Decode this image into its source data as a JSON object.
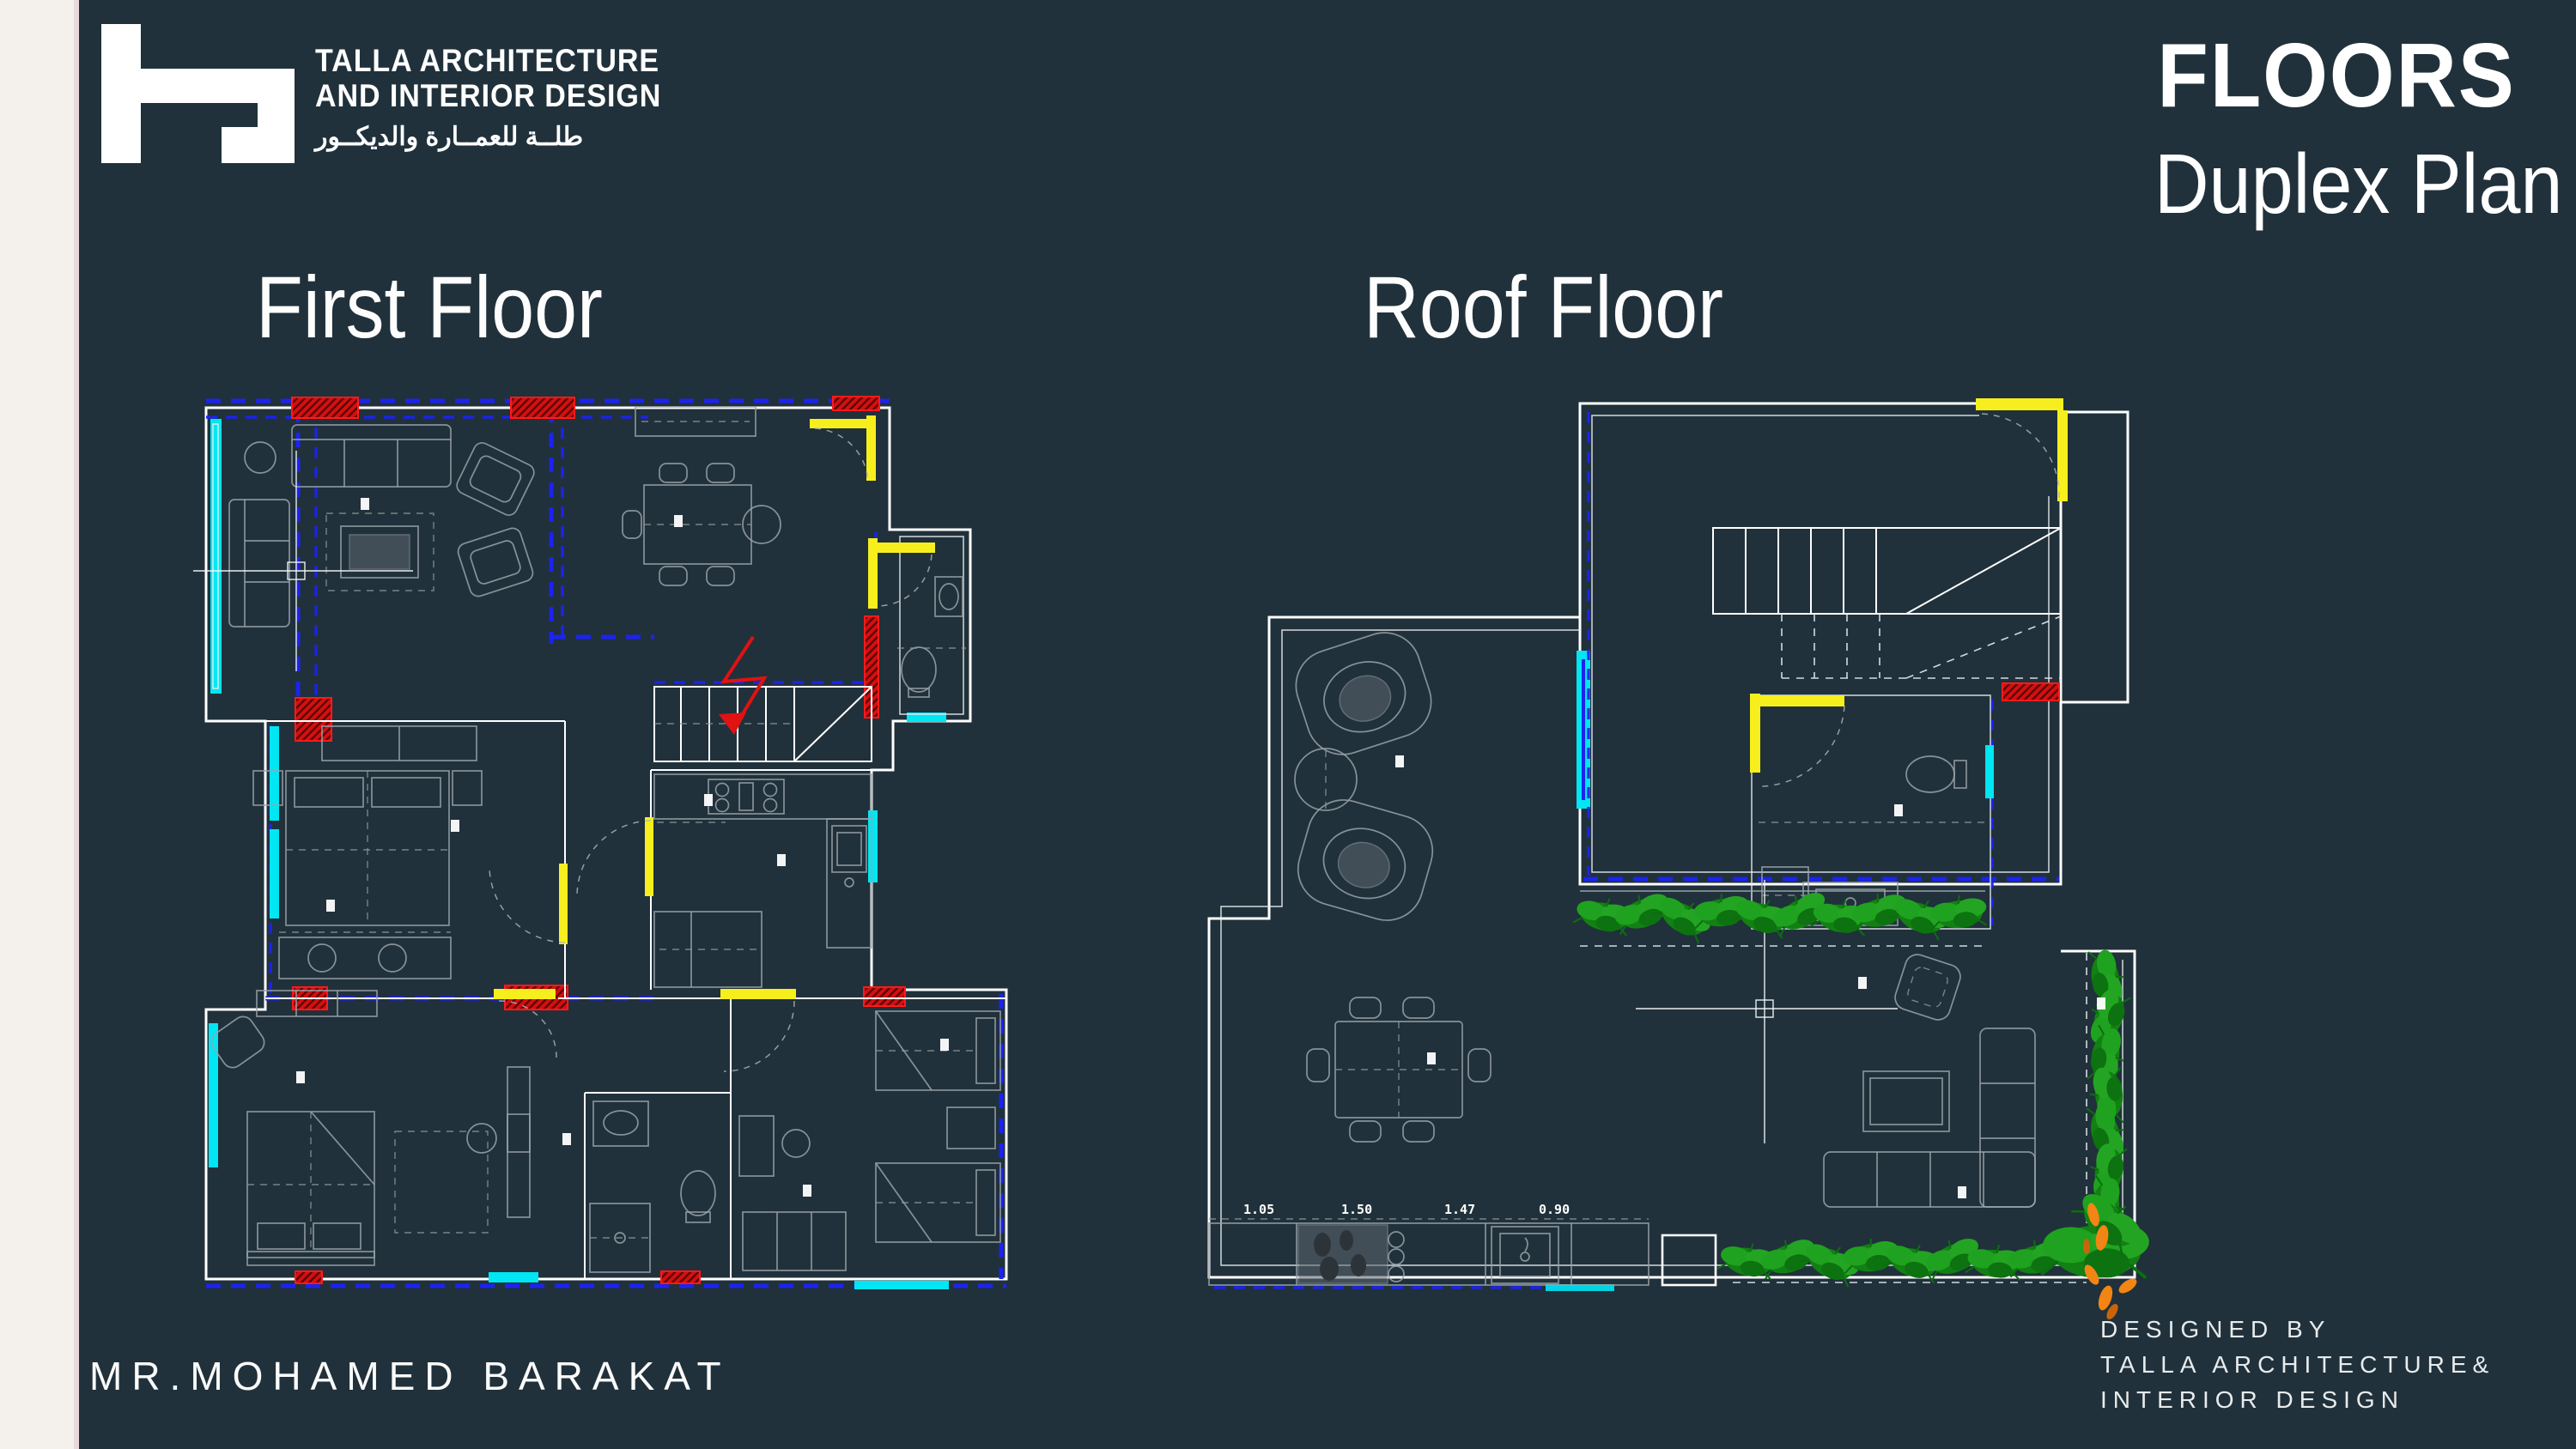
{
  "page": {
    "background": "#20313b",
    "left_strip_color": "#f4f1ed",
    "strip_edge_color": "#e9d9dd"
  },
  "header": {
    "logo": {
      "line1": "TALLA ARCHITECTURE",
      "line2": "AND INTERIOR DESIGN",
      "arabic": "طلــة للعمــارة والديكــور"
    },
    "title": "FLOORS",
    "subtitle": "Duplex Plan"
  },
  "plans": {
    "first": {
      "label": "First Floor"
    },
    "roof": {
      "label": "Roof Floor",
      "kitchen_dims": [
        "1.05",
        "1.50",
        "1.47",
        "0.90"
      ]
    }
  },
  "footer": {
    "client": "MR.MOHAMED BARAKAT",
    "designed_by": [
      "DESIGNED BY",
      "TALLA ARCHITECTURE&",
      "INTERIOR DESIGN"
    ]
  },
  "colors": {
    "wall": "#ffffff",
    "window": "#00e6f2",
    "door": "#f7ef1d",
    "column_red": "#e01212",
    "beam_blue": "#1c23ef",
    "furniture_gray": "#9aa2a8",
    "plant_green": "#1fa21f",
    "plant_dark_green": "#0d7210",
    "flower_orange": "#f28513",
    "stair_arrow": "#e01212"
  }
}
